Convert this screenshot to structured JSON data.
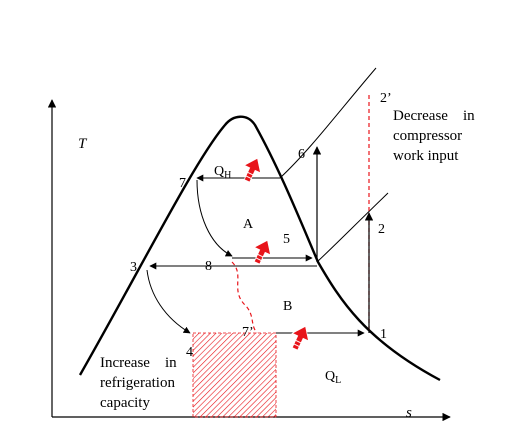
{
  "axes": {
    "x_label": "s",
    "y_label": "T"
  },
  "points": {
    "p1": "1",
    "p2": "2",
    "p2prime": "2’",
    "p3": "3",
    "p4": "4",
    "p5": "5",
    "p6": "6",
    "p7": "7",
    "p7prime": "7’",
    "p8": "8"
  },
  "regions": {
    "a": "A",
    "b": "B"
  },
  "heat": {
    "qh_main": "Q",
    "qh_sub": "H",
    "ql_main": "Q",
    "ql_sub": "L"
  },
  "annotations": {
    "decrease": [
      "Decrease    in",
      "compressor",
      "work input"
    ],
    "increase": [
      "Increase    in",
      "refrigeration",
      "capacity"
    ]
  },
  "colors": {
    "line": "#000000",
    "accent": "#e8141a",
    "hatch": "#e8141a"
  },
  "icons": {
    "heat_arrow": "red-block-arrow"
  }
}
